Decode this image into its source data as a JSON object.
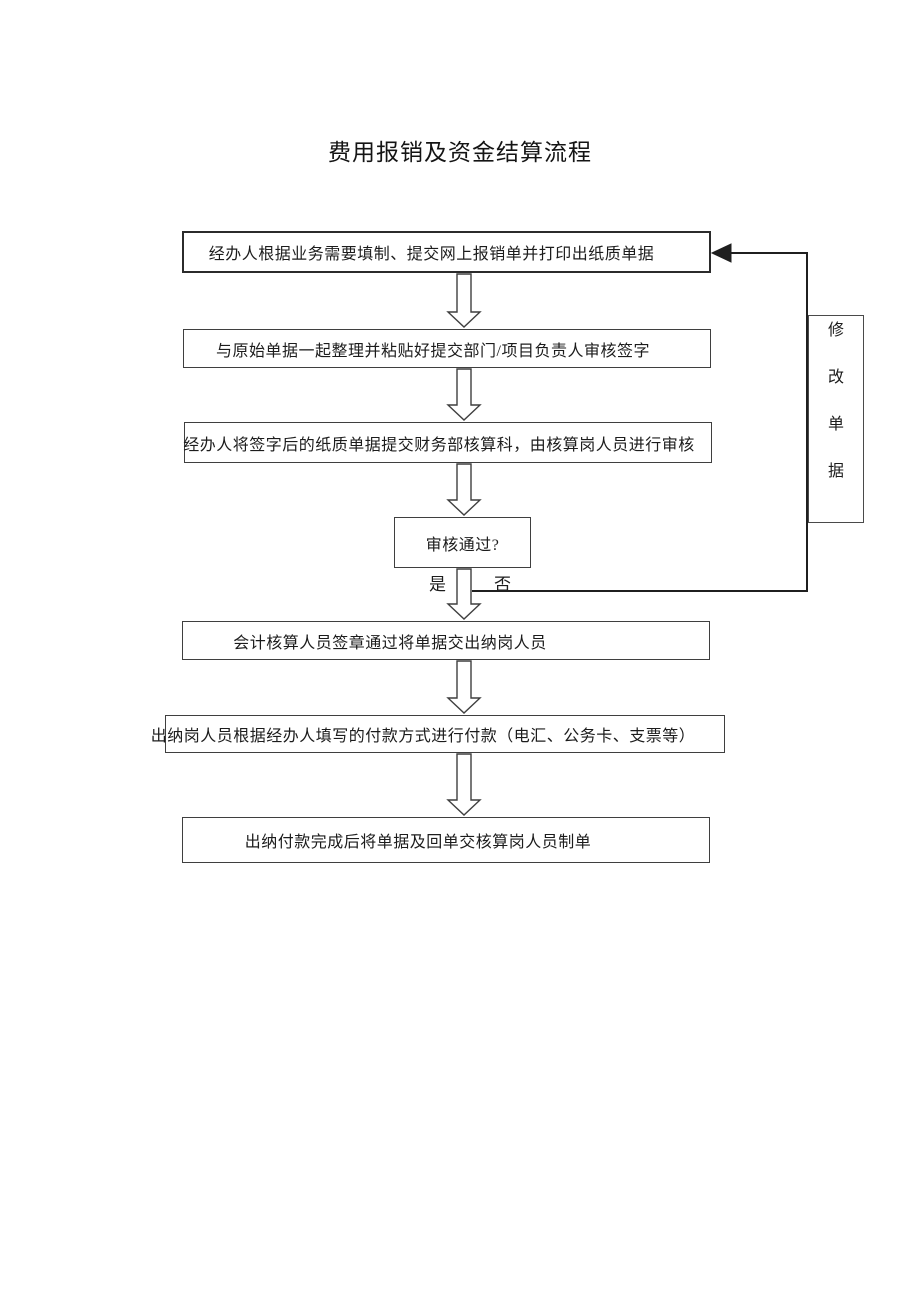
{
  "title": "费用报销及资金结算流程",
  "flow": {
    "steps": [
      {
        "label": "经办人根据业务需要填制、提交网上报销单并打印出纸质单据"
      },
      {
        "label": "与原始单据一起整理并粘贴好提交部门/项目负责人审核签字"
      },
      {
        "label": "经办人将签字后的纸质单据提交财务部核算科，由核算岗人员进行审核"
      },
      {
        "label": "会计核算人员签章通过将单据交出纳岗人员"
      },
      {
        "label": "出纳岗人员根据经办人填写的付款方式进行付款（电汇、公务卡、支票等）"
      },
      {
        "label": "出纳付款完成后将单据及回单交核算岗人员制单"
      }
    ],
    "decision": {
      "label": "审核通过?",
      "yes_label": "是",
      "no_label": "否"
    },
    "loop_box": {
      "label": "修改单据",
      "chars": [
        "修",
        "改",
        "单",
        "据"
      ]
    }
  },
  "colors": {
    "ink": "#1f1f1f",
    "box_border": "#3f3f3f",
    "background": "#ffffff"
  }
}
